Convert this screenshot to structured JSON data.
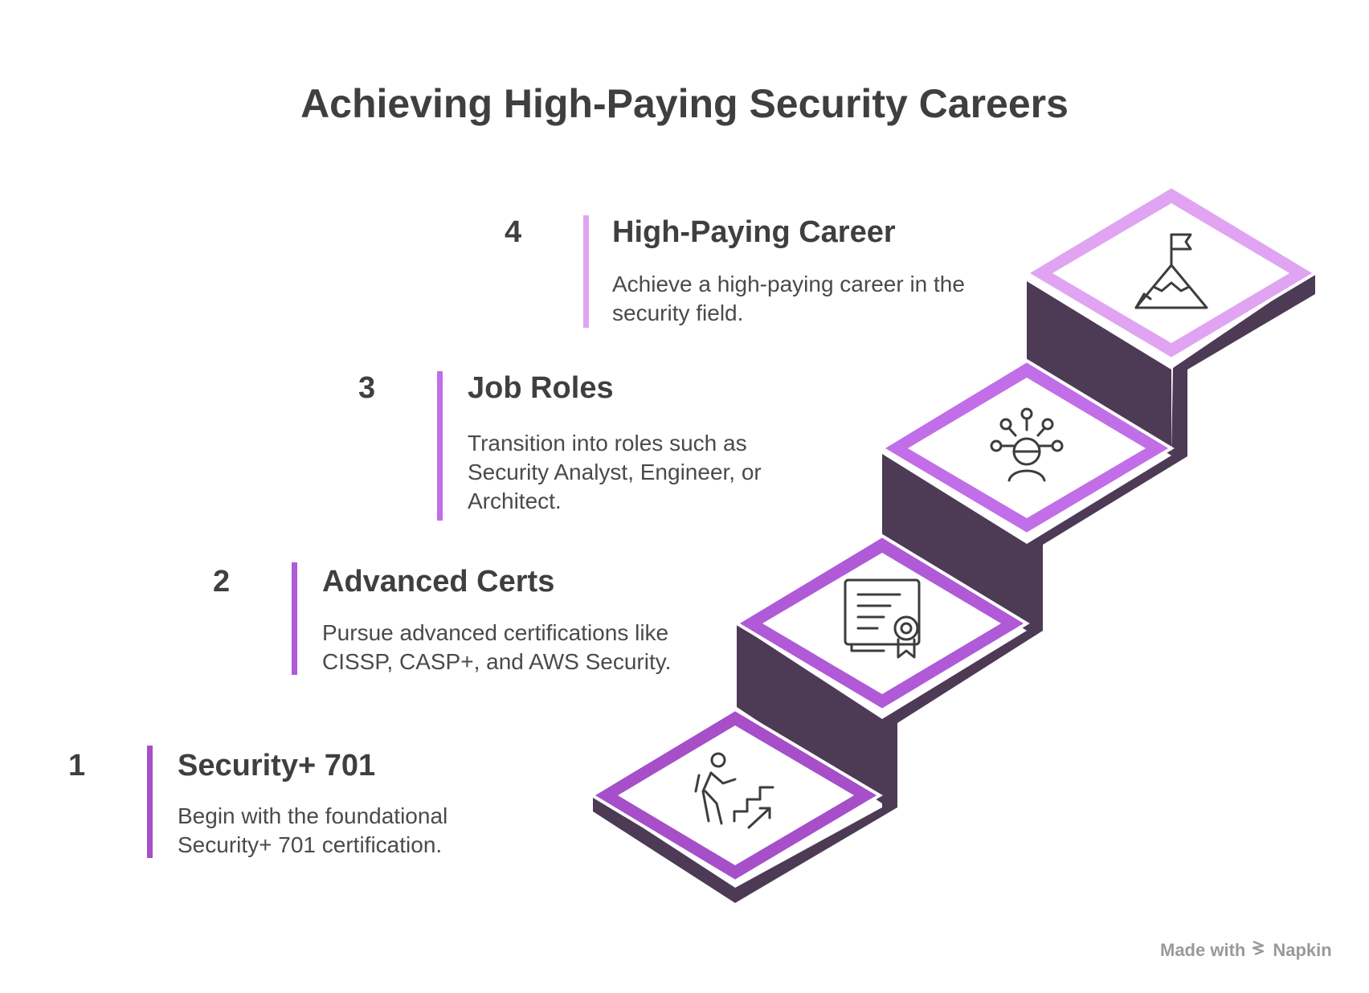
{
  "title": "Achieving High-Paying Security Careers",
  "steps": [
    {
      "number": "1",
      "heading": "Security+ 701",
      "description": "Begin with the foundational Security+ 701 certification.",
      "icon": "climbing-person-icon",
      "color": "#a64fc9"
    },
    {
      "number": "2",
      "heading": "Advanced Certs",
      "description": "Pursue advanced certifications like CISSP, CASP+, and AWS Security.",
      "icon": "certificate-icon",
      "color": "#b05ad8"
    },
    {
      "number": "3",
      "heading": "Job Roles",
      "description": "Transition into roles such as Security Analyst, Engineer, or Architect.",
      "icon": "person-network-icon",
      "color": "#c26ee8"
    },
    {
      "number": "4",
      "heading": "High-Paying Career",
      "description": "Achieve a high-paying career in the security field.",
      "icon": "mountain-flag-icon",
      "color": "#e0a4f2"
    }
  ],
  "footer": {
    "made_with": "Made with",
    "brand": "Napkin"
  }
}
